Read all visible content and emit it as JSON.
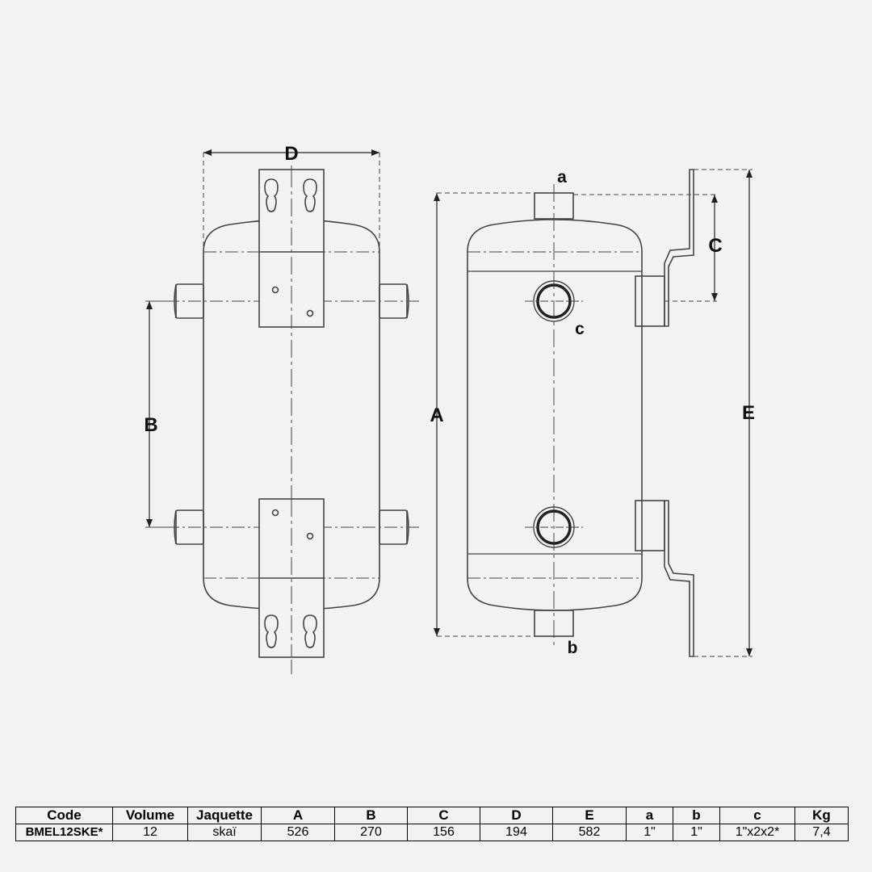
{
  "diagram": {
    "labels": {
      "D": "D",
      "B": "B",
      "A": "A",
      "C": "C",
      "E": "E",
      "a": "a",
      "b": "b",
      "c": "c"
    }
  },
  "table": {
    "headers": [
      "Code",
      "Volume",
      "Jaquette",
      "A",
      "B",
      "C",
      "D",
      "E",
      "a",
      "b",
      "c",
      "Kg"
    ],
    "rows": [
      [
        "BMEL12SKE*",
        "12",
        "skaï",
        "526",
        "270",
        "156",
        "194",
        "582",
        "1\"",
        "1\"",
        "1\"x2x2*",
        "7,4"
      ]
    ]
  }
}
